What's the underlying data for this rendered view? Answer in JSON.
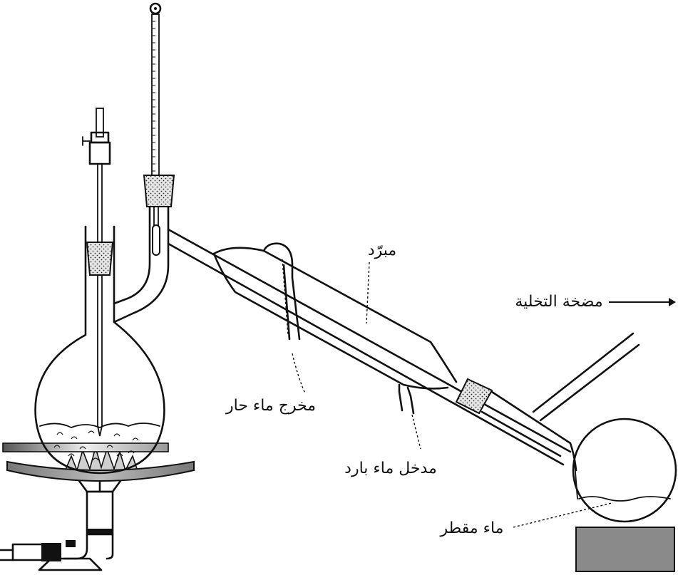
{
  "labels": {
    "condenser": "مبرّد",
    "vacuum_pump": "مضخة التخلية",
    "hot_water_outlet": "مخرج ماء حار",
    "cold_water_inlet": "مدخل ماء بارد",
    "distilled_water": "ماء مقطر"
  },
  "colors": {
    "line": "#111111",
    "stopper_fill": "#dcdcdc",
    "receiver_block": "#8a8a8a",
    "flame_fill": "#cfcfcf"
  }
}
